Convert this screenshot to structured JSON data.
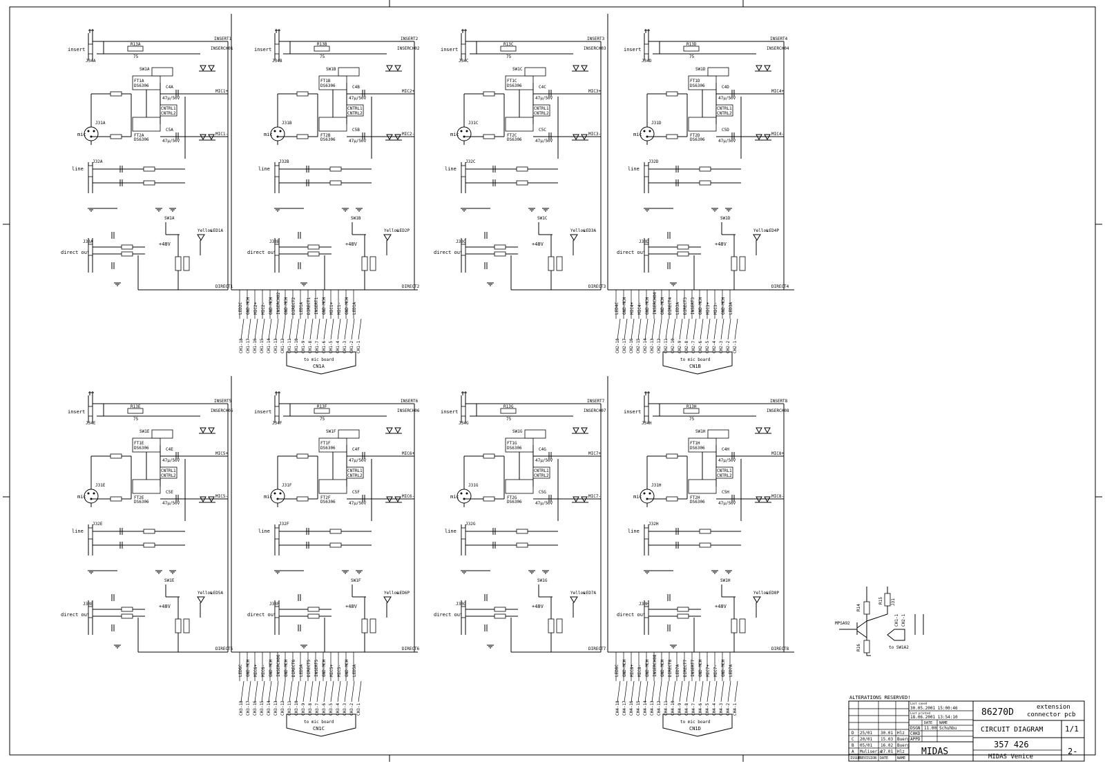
{
  "sheet": {
    "alterations": "ALTERATIONS RESERVED!",
    "drawing_number": "86270D",
    "drawing_title_line1": "extension",
    "drawing_title_line2": "connector pcb",
    "diagram_type": "CIRCUIT DIAGRAM",
    "sheet_of": "1/1",
    "part_number": "357 426",
    "product": "MIDAS Venice",
    "company": "MIDAS",
    "index": "2-",
    "last_saved_label": "Last saved",
    "last_saved": "30.05.2001 15:00:46",
    "last_printed_label": "Last printed",
    "last_printed": "18.06.2001 13:54:10",
    "signoff": [
      {
        "role": "DSGN",
        "date": "11.00",
        "name": "Schuhbu"
      },
      {
        "role": "CHKD",
        "date": "",
        "name": ""
      },
      {
        "role": "APPD",
        "date": "",
        "name": ""
      }
    ],
    "col_date": "DATE",
    "col_name": "NAME",
    "revisions": [
      {
        "issue": "D",
        "revision": "25/01",
        "date": "30.01",
        "name": "Hlz"
      },
      {
        "issue": "C",
        "revision": "20/01",
        "date": "15.03",
        "name": "Buerg"
      },
      {
        "issue": "B",
        "revision": "05/01",
        "date": "16.02",
        "name": "Buerg"
      },
      {
        "issue": "A",
        "revision": "Muliserie",
        "date": "27.01",
        "name": "Hlz"
      }
    ],
    "col_issue": "ISSUE",
    "col_revision": "REVISION",
    "col_date2": "DATE",
    "col_name2": "NAME"
  },
  "channels": [
    {
      "id": "A",
      "insert": "insert",
      "jack_insert": "J34A",
      "r_insert": "R13A",
      "r_insert_val": "75",
      "insert_net": "INSERT1",
      "ret_net": "INSERCH01",
      "mic": "mic",
      "xlr": "J31A",
      "line": "line",
      "jack_line": "J32A",
      "sw": "SW1A",
      "ft_top": "FT1A",
      "ft_bot": "FT2A",
      "ds": "DS6306",
      "cntrl1": "CNTRL1",
      "cntrl2": "CNTRL2",
      "c_top": "C4A",
      "c_bot": "C5A",
      "cap": "47µ/50V",
      "mic_p": "MIC1+",
      "mic_n": "MIC1-",
      "direct": "direct out",
      "jack_direct": "J33A",
      "direct_net": "DIRECT1",
      "sw_led": "SW1A",
      "led": "LED1A",
      "led_col": "Yellow",
      "phantom": "+48V"
    },
    {
      "id": "B",
      "insert": "insert",
      "jack_insert": "J34B",
      "r_insert": "R13B",
      "r_insert_val": "75",
      "insert_net": "INSERT2",
      "ret_net": "INSERCH02",
      "mic": "mic",
      "xlr": "J31B",
      "line": "line",
      "jack_line": "J32B",
      "sw": "SW1B",
      "ft_top": "FT1B",
      "ft_bot": "FT2B",
      "ds": "DS6306",
      "cntrl1": "CNTRL1",
      "cntrl2": "CNTRL2",
      "c_top": "C4B",
      "c_bot": "C5B",
      "cap": "47µ/50V",
      "mic_p": "MIC2+",
      "mic_n": "MIC2-",
      "direct": "direct out",
      "jack_direct": "J33B",
      "direct_net": "DIRECT2",
      "sw_led": "SW1B",
      "led": "LED2P",
      "led_col": "Yellow",
      "phantom": "+48V"
    },
    {
      "id": "C",
      "insert": "insert",
      "jack_insert": "J34C",
      "r_insert": "R13C",
      "r_insert_val": "75",
      "insert_net": "INSERT3",
      "ret_net": "INSERCH03",
      "mic": "mic",
      "xlr": "J31C",
      "line": "line",
      "jack_line": "J32C",
      "sw": "SW1C",
      "ft_top": "FT1C",
      "ft_bot": "FT2C",
      "ds": "DS6306",
      "cntrl1": "CNTRL1",
      "cntrl2": "CNTRL2",
      "c_top": "C4C",
      "c_bot": "C5C",
      "cap": "47µ/50V",
      "mic_p": "MIC3+",
      "mic_n": "MIC3-",
      "direct": "direct out",
      "jack_direct": "J33C",
      "direct_net": "DIRECT3",
      "sw_led": "SW1C",
      "led": "LED3A",
      "led_col": "Yellow",
      "phantom": "+48V"
    },
    {
      "id": "D",
      "insert": "insert",
      "jack_insert": "J34D",
      "r_insert": "R13D",
      "r_insert_val": "75",
      "insert_net": "INSERT4",
      "ret_net": "INSERCH04",
      "mic": "mic",
      "xlr": "J31D",
      "line": "line",
      "jack_line": "J32D",
      "sw": "SW1D",
      "ft_top": "FT1D",
      "ft_bot": "FT2D",
      "ds": "DS6306",
      "cntrl1": "CNTRL1",
      "cntrl2": "CNTRL2",
      "c_top": "C4D",
      "c_bot": "C5D",
      "cap": "47µ/50V",
      "mic_p": "MIC4+",
      "mic_n": "MIC4-",
      "direct": "direct out",
      "jack_direct": "J33D",
      "direct_net": "DIRECT4",
      "sw_led": "SW1D",
      "led": "LED4P",
      "led_col": "Yellow",
      "phantom": "+48V"
    },
    {
      "id": "E",
      "insert": "insert",
      "jack_insert": "J34E",
      "r_insert": "R13E",
      "r_insert_val": "75",
      "insert_net": "INSERT5",
      "ret_net": "INSERCH05",
      "mic": "mic",
      "xlr": "J31E",
      "line": "line",
      "jack_line": "J32E",
      "sw": "SW1E",
      "ft_top": "FT1E",
      "ft_bot": "FT2E",
      "ds": "DS6306",
      "cntrl1": "CNTRL1",
      "cntrl2": "CNTRL2",
      "c_top": "C4E",
      "c_bot": "C5E",
      "cap": "47µ/50V",
      "mic_p": "MIC5+",
      "mic_n": "MIC5-",
      "direct": "direct out",
      "jack_direct": "J33E",
      "direct_net": "DIRECT5",
      "sw_led": "SW1E",
      "led": "LED5A",
      "led_col": "Yellow",
      "phantom": "+48V"
    },
    {
      "id": "F",
      "insert": "insert",
      "jack_insert": "J34F",
      "r_insert": "R13F",
      "r_insert_val": "75",
      "insert_net": "INSERT6",
      "ret_net": "INSERCH06",
      "mic": "mic",
      "xlr": "J31F",
      "line": "line",
      "jack_line": "J32F",
      "sw": "SW1F",
      "ft_top": "FT1F",
      "ft_bot": "FT2F",
      "ds": "DS6306",
      "cntrl1": "CNTRL1",
      "cntrl2": "CNTRL2",
      "c_top": "C4F",
      "c_bot": "C5F",
      "cap": "47µ/50V",
      "mic_p": "MIC6+",
      "mic_n": "MIC6-",
      "direct": "direct out",
      "jack_direct": "J33F",
      "direct_net": "DIRECT6",
      "sw_led": "SW1F",
      "led": "LED6P",
      "led_col": "Yellow",
      "phantom": "+48V"
    },
    {
      "id": "G",
      "insert": "insert",
      "jack_insert": "J34G",
      "r_insert": "R13G",
      "r_insert_val": "75",
      "insert_net": "INSERT7",
      "ret_net": "INSERCH07",
      "mic": "mic",
      "xlr": "J31G",
      "line": "line",
      "jack_line": "J32G",
      "sw": "SW1G",
      "ft_top": "FT1G",
      "ft_bot": "FT2G",
      "ds": "DS6306",
      "cntrl1": "CNTRL1",
      "cntrl2": "CNTRL2",
      "c_top": "C4G",
      "c_bot": "C5G",
      "cap": "47µ/50V",
      "mic_p": "MIC7+",
      "mic_n": "MIC7-",
      "direct": "direct out",
      "jack_direct": "J33G",
      "direct_net": "DIRECT7",
      "sw_led": "SW1G",
      "led": "LED7A",
      "led_col": "Yellow",
      "phantom": "+48V"
    },
    {
      "id": "H",
      "insert": "insert",
      "jack_insert": "J34H",
      "r_insert": "R13H",
      "r_insert_val": "75",
      "insert_net": "INSERT8",
      "ret_net": "INSERCH08",
      "mic": "mic",
      "xlr": "J31H",
      "line": "line",
      "jack_line": "J32H",
      "sw": "SW1H",
      "ft_top": "FT1H",
      "ft_bot": "FT2H",
      "ds": "DS6306",
      "cntrl1": "CNTRL1",
      "cntrl2": "CNTRL2",
      "c_top": "C4H",
      "c_bot": "C5H",
      "cap": "47µ/50V",
      "mic_p": "MIC8+",
      "mic_n": "MIC8-",
      "direct": "direct out",
      "jack_direct": "J33H",
      "direct_net": "DIRECT8",
      "sw_led": "SW1H",
      "led": "LED8P",
      "led_col": "Yellow",
      "phantom": "+48V"
    }
  ],
  "connectors": [
    {
      "id": "CN1A",
      "caption": "to mic board",
      "name": "CN1A",
      "nets": [
        "LED2C",
        "GND-MCH",
        "MIC2+",
        "MIC2-",
        "GND-MCH",
        "INSERCH02",
        "GND-MCH",
        "DIRECT2",
        "LED1A",
        "DIRECT1",
        "INSERT1",
        "GND-MCH",
        "MIC1+",
        "MIC1-",
        "GND-MCH",
        "LED1A"
      ],
      "pins": [
        "CH1-18",
        "CH1-17",
        "CH1-16",
        "CH1-15",
        "CH1-14",
        "CH1-13",
        "CH1-12",
        "CH1-11",
        "CH1-10",
        "CH1-9",
        "CH1-8",
        "CH1-7",
        "CH1-6",
        "CH1-5",
        "CH1-4",
        "CH1-3",
        "CH1-2",
        "CH1-1"
      ]
    },
    {
      "id": "CN1B",
      "caption": "to mic board",
      "name": "CN1B",
      "nets": [
        "LED4C",
        "GND-MCH",
        "MIC4+",
        "MIC4-",
        "GND-MCH",
        "INSERCH04",
        "GND-MCH",
        "DIRECT4",
        "LED3A",
        "DIRECT3",
        "INSERT3",
        "GND-MCH",
        "MIC3+",
        "MIC3-",
        "GND-MCH",
        "LED3A"
      ],
      "pins": [
        "CH2-18",
        "CH2-17",
        "CH2-16",
        "CH2-15",
        "CH2-14",
        "CH2-13",
        "CH2-12",
        "CH2-11",
        "CH2-10",
        "CH2-9",
        "CH2-8",
        "CH2-7",
        "CH2-6",
        "CH2-5",
        "CH2-4",
        "CH2-3",
        "CH2-2",
        "CH2-1"
      ]
    },
    {
      "id": "CN1C",
      "caption": "to mic board",
      "name": "CN1C",
      "nets": [
        "LED6C",
        "GND-MCH",
        "MIC6+",
        "MIC6-",
        "GND-MCH",
        "INSERCH06",
        "GND-MCH",
        "DIRECT6",
        "LED5A",
        "DIRECT5",
        "INSERT5",
        "GND-MCH",
        "MIC5+",
        "MIC5-",
        "GND-MCH",
        "LED5A"
      ],
      "pins": [
        "CH3-18",
        "CH3-17",
        "CH3-16",
        "CH3-15",
        "CH3-14",
        "CH3-13",
        "CH3-12",
        "CH3-11",
        "CH3-10",
        "CH3-9",
        "CH3-8",
        "CH3-7",
        "CH3-6",
        "CH3-5",
        "CH3-4",
        "CH3-3",
        "CH3-2",
        "CH3-1"
      ]
    },
    {
      "id": "CN1D",
      "caption": "to mic board",
      "name": "CN1D",
      "nets": [
        "LED8C",
        "GND-MCH",
        "MIC8+",
        "MIC8-",
        "GND-MCH",
        "INSERCH08",
        "GND-MCH",
        "DIRECT8",
        "LED7A",
        "DIRECT7",
        "INSERT7",
        "GND-MCH",
        "MIC7+",
        "MIC7-",
        "GND-MCH",
        "LED7A"
      ],
      "pins": [
        "CH4-18",
        "CH4-17",
        "CH4-16",
        "CH4-15",
        "CH4-14",
        "CH4-13",
        "CH4-12",
        "CH4-11",
        "CH4-10",
        "CH4-9",
        "CH4-8",
        "CH4-7",
        "CH4-6",
        "CH4-5",
        "CH4-4",
        "CH4-3",
        "CH4-2",
        "CH4-1"
      ]
    }
  ],
  "aux": {
    "transistor": "MPSA92",
    "r1": "R14",
    "r2": "R15",
    "r3": "R16",
    "jack": "J31",
    "note": "to SW1A2",
    "net_a": "CH1-1",
    "net_b": "CH2-1"
  }
}
